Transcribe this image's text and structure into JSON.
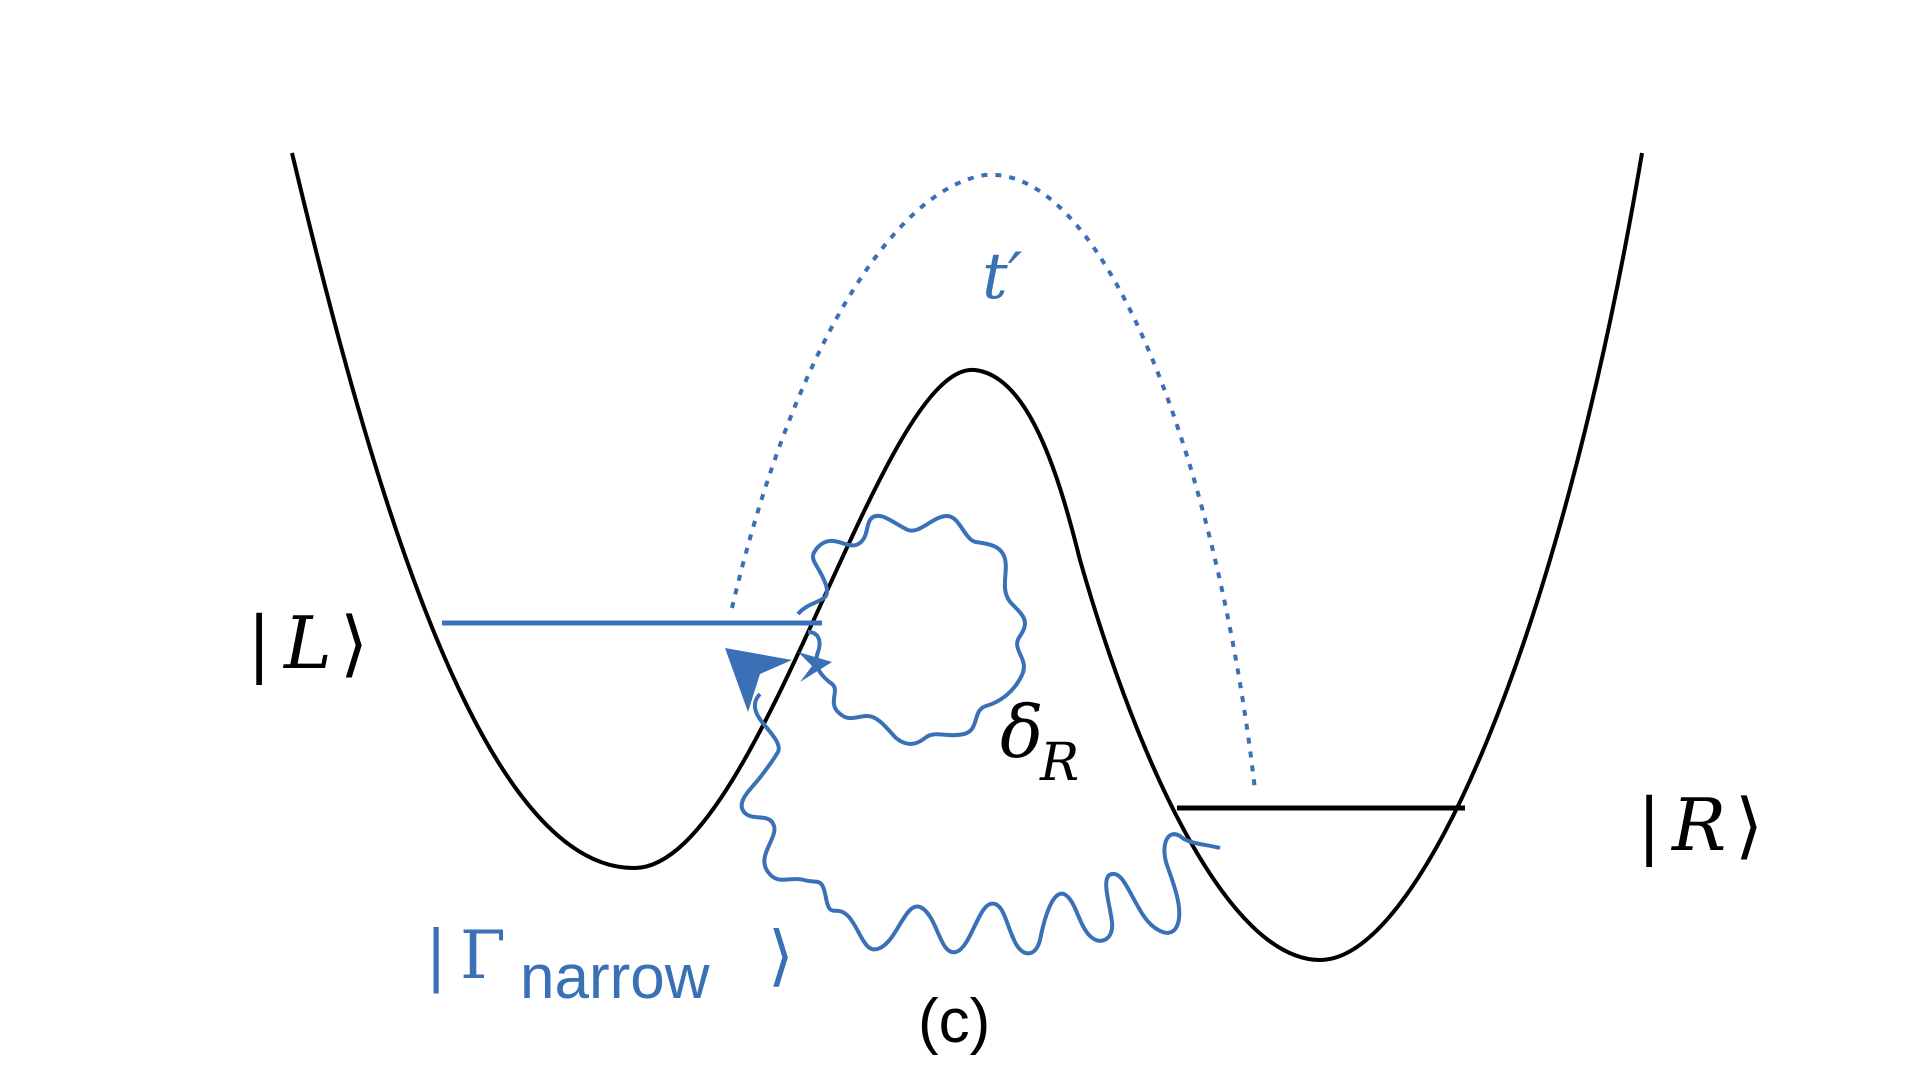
{
  "labels": {
    "state_left": {
      "bar": "|",
      "symbol": "L",
      "close": "⟩"
    },
    "state_right": {
      "bar": "|",
      "symbol": "R",
      "close": "⟩"
    },
    "tunneling": "t′",
    "detuning": {
      "symbol": "δ",
      "subscript": "R"
    },
    "gamma": {
      "bar": "|",
      "symbol": "Γ",
      "subscript": "narrow",
      "close": "⟩"
    },
    "panel": "(c)"
  },
  "colors": {
    "potential": "#000000",
    "accent": "#3a70b5",
    "text": "#000000"
  }
}
